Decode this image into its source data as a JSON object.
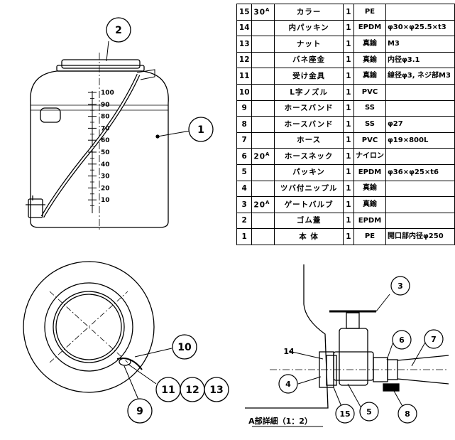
{
  "parts_table": {
    "rows": [
      {
        "no": "15",
        "size": "30",
        "size_sup": "A",
        "name": "カラー",
        "qty": "1",
        "material": "PE",
        "note": ""
      },
      {
        "no": "14",
        "size": "",
        "size_sup": "",
        "name": "内パッキン",
        "qty": "1",
        "material": "EPDM",
        "note": "φ30×φ25.5×t3"
      },
      {
        "no": "13",
        "size": "",
        "size_sup": "",
        "name": "ナット",
        "qty": "1",
        "material": "真鍮",
        "note": "M3"
      },
      {
        "no": "12",
        "size": "",
        "size_sup": "",
        "name": "バネ座金",
        "qty": "1",
        "material": "真鍮",
        "note": "内径φ3.1"
      },
      {
        "no": "11",
        "size": "",
        "size_sup": "",
        "name": "受け金具",
        "qty": "1",
        "material": "真鍮",
        "note": "線径φ3, ネジ部M3"
      },
      {
        "no": "10",
        "size": "",
        "size_sup": "",
        "name": "L字ノズル",
        "qty": "1",
        "material": "PVC",
        "note": ""
      },
      {
        "no": "9",
        "size": "",
        "size_sup": "",
        "name": "ホースバンド",
        "qty": "1",
        "material": "SS",
        "note": ""
      },
      {
        "no": "8",
        "size": "",
        "size_sup": "",
        "name": "ホースバンド",
        "qty": "1",
        "material": "SS",
        "note": "φ27"
      },
      {
        "no": "7",
        "size": "",
        "size_sup": "",
        "name": "ホース",
        "qty": "1",
        "material": "PVC",
        "note": "φ19×800L"
      },
      {
        "no": "6",
        "size": "20",
        "size_sup": "A",
        "name": "ホースネック",
        "qty": "1",
        "material": "ナイロン",
        "note": ""
      },
      {
        "no": "5",
        "size": "",
        "size_sup": "",
        "name": "パッキン",
        "qty": "1",
        "material": "EPDM",
        "note": "φ36×φ25×t6"
      },
      {
        "no": "4",
        "size": "",
        "size_sup": "",
        "name": "ツバ付ニップル",
        "qty": "1",
        "material": "真鍮",
        "note": ""
      },
      {
        "no": "3",
        "size": "20",
        "size_sup": "A",
        "name": "ゲートバルブ",
        "qty": "1",
        "material": "真鍮",
        "note": ""
      },
      {
        "no": "2",
        "size": "",
        "size_sup": "",
        "name": "ゴム蓋",
        "qty": "1",
        "material": "EPDM",
        "note": ""
      },
      {
        "no": "1",
        "size": "",
        "size_sup": "",
        "name": "本 体",
        "qty": "1",
        "material": "PE",
        "note": "開口部内径φ250"
      }
    ]
  },
  "front_view": {
    "scale_marks": [
      "100",
      "90",
      "80",
      "70",
      "60",
      "50",
      "40",
      "30",
      "20",
      "10"
    ],
    "balloons": [
      "1",
      "2"
    ]
  },
  "top_view": {
    "balloons": [
      "10",
      "11",
      "12",
      "13",
      "9"
    ]
  },
  "detail_view": {
    "title": "A部詳細（1：2）",
    "balloons": [
      "3",
      "14",
      "4",
      "15",
      "5",
      "6",
      "7",
      "8"
    ]
  }
}
